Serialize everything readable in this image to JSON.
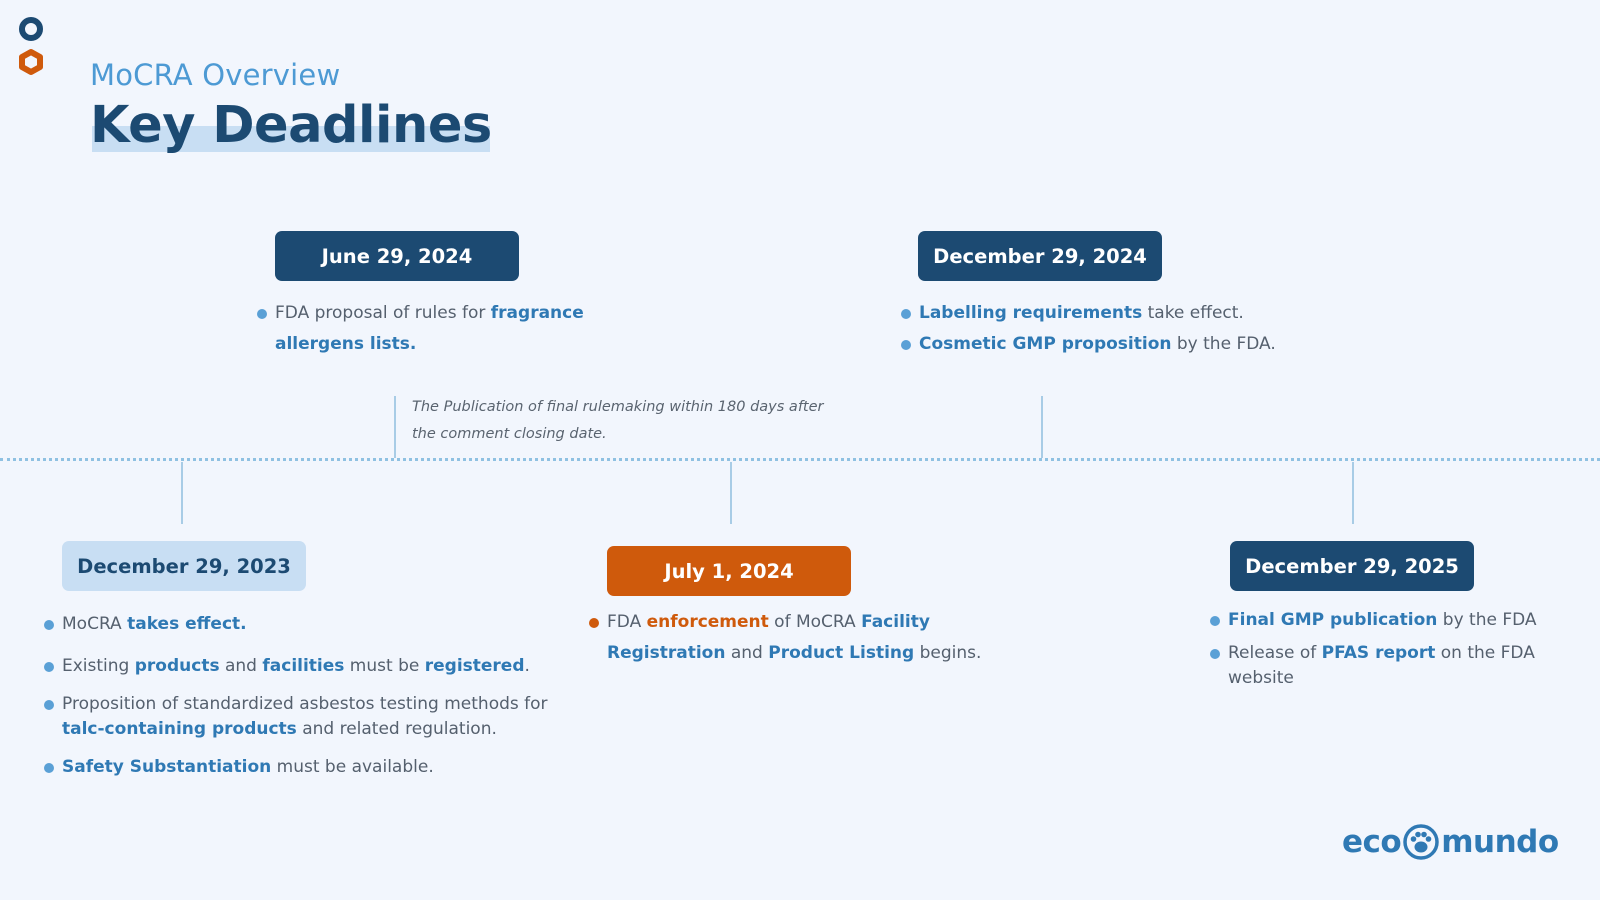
{
  "header": {
    "subtitle": "MoCRA Overview",
    "title": "Key Deadlines"
  },
  "colors": {
    "dark_blue": "#1c4a72",
    "light_blue": "#c8def3",
    "accent_blue": "#2f79b4",
    "orange": "#cf5a0c",
    "background": "#f2f6fd"
  },
  "milestones": {
    "dec2023": {
      "date": "December 29, 2023",
      "items": [
        {
          "pre": "MoCRA ",
          "hl1": "takes effect.",
          "mid1": "",
          "hl2": "",
          "mid2": "",
          "hl3": "",
          "post": ""
        },
        {
          "pre": "Existing ",
          "hl1": "products",
          "mid1": " and ",
          "hl2": "facilities",
          "mid2": " must be ",
          "hl3": "registered",
          "post": "."
        },
        {
          "pre": "Proposition of standardized asbestos testing methods for ",
          "hl1": "talc-containing products",
          "mid1": " and related regulation.",
          "hl2": "",
          "mid2": "",
          "hl3": "",
          "post": ""
        },
        {
          "pre": "",
          "hl1": "Safety Substantiation",
          "mid1": " must be available.",
          "hl2": "",
          "mid2": "",
          "hl3": "",
          "post": ""
        }
      ]
    },
    "jun2024": {
      "date": "June 29, 2024",
      "items": [
        {
          "pre": "FDA proposal of rules for ",
          "hl1": "fragrance allergens lists.",
          "post": ""
        }
      ],
      "note": "The Publication of final rulemaking within 180 days after the comment closing date."
    },
    "jul2024": {
      "date": "July 1, 2024",
      "items": [
        {
          "pre": "FDA ",
          "hl1": "enforcement",
          "mid1": " of MoCRA ",
          "hl2": "Facility Registration",
          "mid2": " and ",
          "hl3": "Product Listing",
          "post": " begins."
        }
      ]
    },
    "dec2024": {
      "date": "December 29, 2024",
      "items": [
        {
          "hl1": "Labelling requirements",
          "post": " take effect."
        },
        {
          "hl1": "Cosmetic GMP proposition",
          "post": " by the FDA."
        }
      ]
    },
    "dec2025": {
      "date": "December 29, 2025",
      "items": [
        {
          "pre": "",
          "hl1": "Final GMP publication",
          "post": " by the FDA"
        },
        {
          "pre": "Release of ",
          "hl1": "PFAS report",
          "post": " on the FDA website"
        }
      ]
    }
  },
  "logo": {
    "left": "eco",
    "right": "mundo",
    "icon": "paw-print-icon"
  }
}
